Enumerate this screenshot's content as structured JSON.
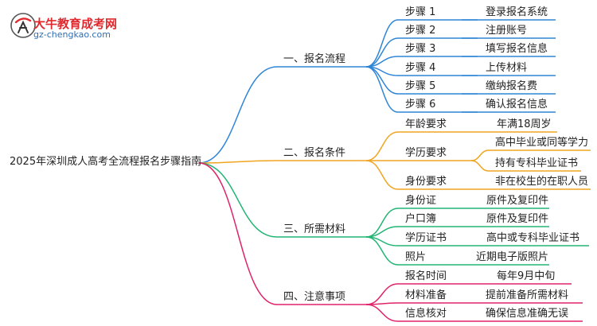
{
  "logo": {
    "name": "大牛教育成考网",
    "url": "gz-chengkao.com"
  },
  "root": "2025年深圳成人高考全流程报名步骤指南",
  "branches": [
    {
      "label": "一、报名流程",
      "color": "#2f86d6",
      "items": [
        {
          "key": "步骤 1",
          "value": "登录报名系统"
        },
        {
          "key": "步骤 2",
          "value": "注册账号"
        },
        {
          "key": "步骤 3",
          "value": "填写报名信息"
        },
        {
          "key": "步骤 4",
          "value": "上传材料"
        },
        {
          "key": "步骤 5",
          "value": "缴纳报名费"
        },
        {
          "key": "步骤 6",
          "value": "确认报名信息"
        }
      ]
    },
    {
      "label": "二、报名条件",
      "color": "#f0a520",
      "items": [
        {
          "key": "年龄要求",
          "values": [
            "年满18周岁"
          ]
        },
        {
          "key": "学历要求",
          "values": [
            "高中毕业或同等学力",
            "持有专科毕业证书"
          ]
        },
        {
          "key": "身份要求",
          "values": [
            "非在校生的在职人员"
          ]
        }
      ]
    },
    {
      "label": "三、所需材料",
      "color": "#22b573",
      "items": [
        {
          "key": "身份证",
          "value": "原件及复印件"
        },
        {
          "key": "户口簿",
          "value": "原件及复印件"
        },
        {
          "key": "学历证书",
          "value": "高中或专科毕业证书"
        },
        {
          "key": "照片",
          "value": "近期电子版照片"
        }
      ]
    },
    {
      "label": "四、注意事项",
      "color": "#e0236a",
      "items": [
        {
          "key": "报名时间",
          "value": "每年9月中旬"
        },
        {
          "key": "材料准备",
          "value": "提前准备所需材料"
        },
        {
          "key": "信息核对",
          "value": "确保信息准确无误"
        }
      ]
    }
  ]
}
